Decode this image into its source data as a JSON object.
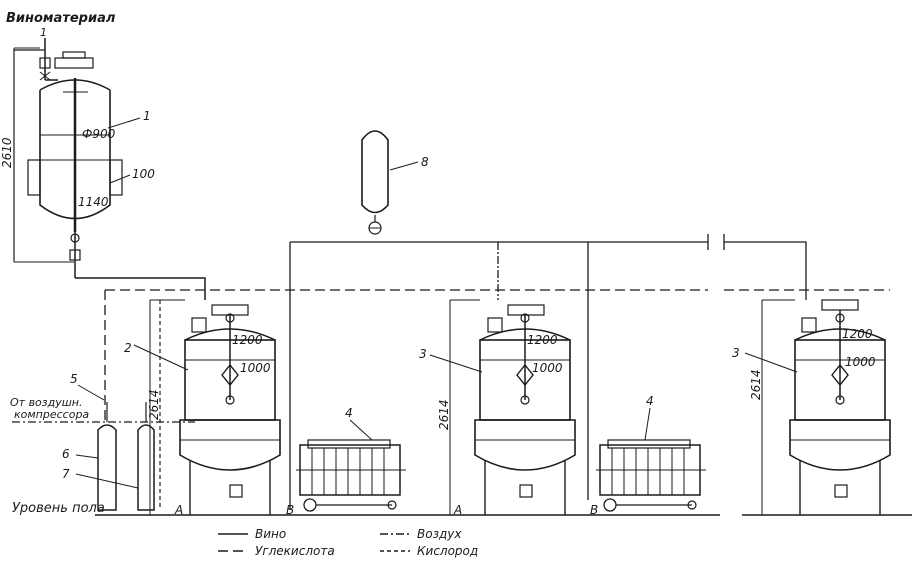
{
  "title": "Виноматериал",
  "labels": {
    "feed_tank_marker": "1",
    "feed_tank_number": "1",
    "dim_tank_height": "2610",
    "dim_tank_diameter": "Ф900",
    "dim_tank_cyl": "1140",
    "dim_jacket": "100",
    "vessel_8": "8",
    "tank_2": "2",
    "tank_3a": "3",
    "tank_3b": "3",
    "filter_4a": "4",
    "filter_4b": "4",
    "item_5": "5",
    "compressor_line1": "От воздушн.",
    "compressor_line2": "компрессора",
    "item_6": "6",
    "item_7": "7",
    "floor_level": "Уровень пола",
    "dim_1200a": "1200",
    "dim_1000a": "1000",
    "dim_1200b": "1200",
    "dim_1000b": "1000",
    "dim_1200c": "1200",
    "dim_1000c": "1000",
    "dim_2614a": "2614",
    "dim_2614b": "2614",
    "dim_2614c": "2614",
    "mark_A1": "A",
    "mark_B1": "B",
    "mark_A2": "A",
    "mark_B2": "B"
  },
  "legend": [
    {
      "style": "solid",
      "label": "Вино"
    },
    {
      "style": "long-dash",
      "label": "Углекислота"
    },
    {
      "style": "dash-dot",
      "label": "Воздух"
    },
    {
      "style": "short-dash",
      "label": "Кислород"
    }
  ]
}
